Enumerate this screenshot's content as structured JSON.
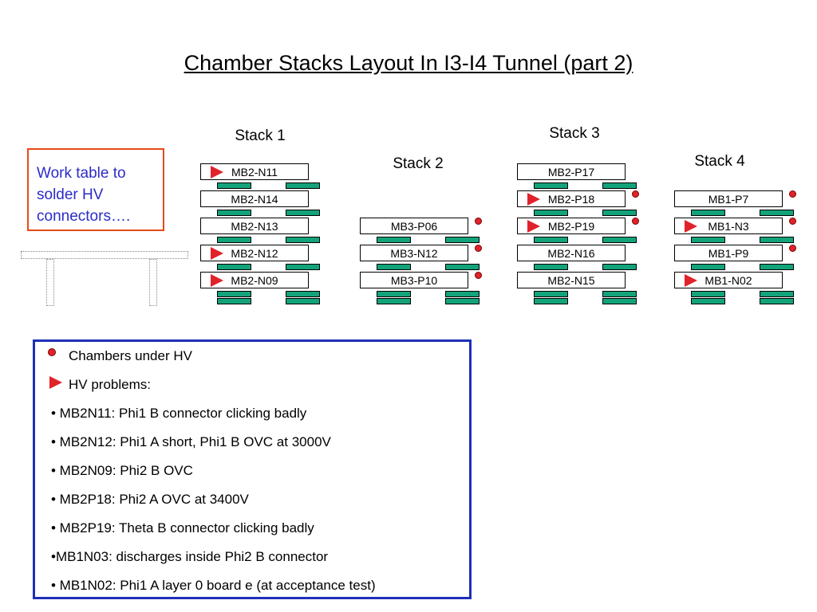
{
  "title": "Chamber Stacks Layout In I3-I4 Tunnel (part 2)",
  "work_table": "Work table to\nsolder HV\nconnectors….",
  "stacks": [
    {
      "label": "Stack 1",
      "chambers": [
        {
          "name": "MB2-N11",
          "hv_problem": true,
          "under_hv": false
        },
        {
          "name": "MB2-N14",
          "hv_problem": false,
          "under_hv": false
        },
        {
          "name": "MB2-N13",
          "hv_problem": false,
          "under_hv": false
        },
        {
          "name": "MB2-N12",
          "hv_problem": true,
          "under_hv": false
        },
        {
          "name": "MB2-N09",
          "hv_problem": true,
          "under_hv": false
        }
      ]
    },
    {
      "label": "Stack 2",
      "chambers": [
        {
          "name": "MB3-P06",
          "hv_problem": false,
          "under_hv": true
        },
        {
          "name": "MB3-N12",
          "hv_problem": false,
          "under_hv": true
        },
        {
          "name": "MB3-P10",
          "hv_problem": false,
          "under_hv": true
        }
      ]
    },
    {
      "label": "Stack 3",
      "chambers": [
        {
          "name": "MB2-P17",
          "hv_problem": false,
          "under_hv": false
        },
        {
          "name": "MB2-P18",
          "hv_problem": true,
          "under_hv": true
        },
        {
          "name": "MB2-P19",
          "hv_problem": true,
          "under_hv": true
        },
        {
          "name": "MB2-N16",
          "hv_problem": false,
          "under_hv": false
        },
        {
          "name": "MB2-N15",
          "hv_problem": false,
          "under_hv": false
        }
      ]
    },
    {
      "label": "Stack 4",
      "chambers": [
        {
          "name": "MB1-P7",
          "hv_problem": false,
          "under_hv": true
        },
        {
          "name": "MB1-N3",
          "hv_problem": true,
          "under_hv": true
        },
        {
          "name": "MB1-P9",
          "hv_problem": false,
          "under_hv": true
        },
        {
          "name": "MB1-N02",
          "hv_problem": true,
          "under_hv": false
        }
      ]
    }
  ],
  "legend": {
    "under_hv_label": "Chambers under HV",
    "hv_problems_label": "HV problems:",
    "items": [
      "• MB2N11: Phi1 B connector clicking badly",
      "• MB2N12: Phi1 A short, Phi1 B OVC at 3000V",
      "• MB2N09: Phi2 B OVC",
      "• MB2P18: Phi2 A OVC at 3400V",
      "• MB2P19: Theta B connector clicking badly",
      "•MB1N03: discharges inside Phi2 B connector",
      "• MB1N02: Phi1 A layer 0 board e (at acceptance test)"
    ]
  },
  "colors": {
    "marker_red": "#e0232b",
    "pad_green": "#13a37a",
    "legend_border": "#1f2fb8",
    "work_table_border": "#e64a19",
    "work_table_text": "#2c2cc8"
  }
}
